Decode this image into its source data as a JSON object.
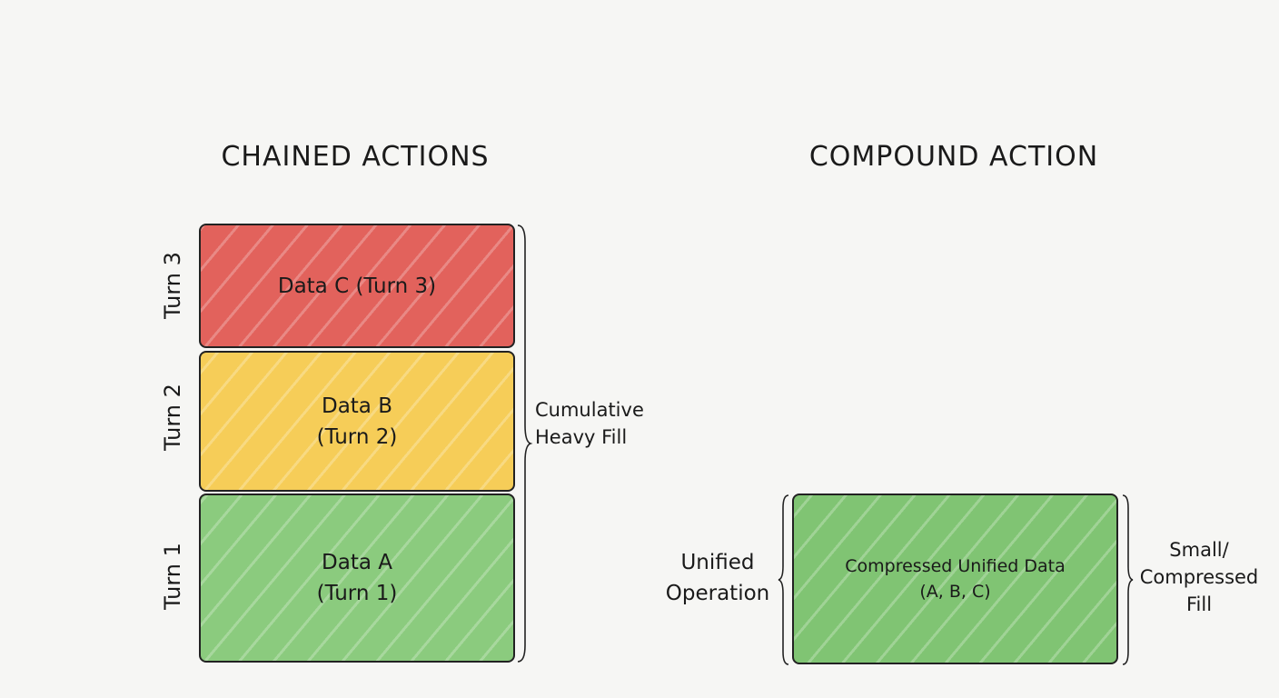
{
  "chained": {
    "title": "CHAINED ACTIONS",
    "blocks": [
      {
        "label": "Data C (Turn 3)",
        "turn": "Turn 3",
        "color": "#e2625c"
      },
      {
        "label": "Data B\n(Turn 2)",
        "turn": "Turn 2",
        "color": "#f6cd58"
      },
      {
        "label": "Data A\n(Turn 1)",
        "turn": "Turn 1",
        "color": "#8bcb7e"
      }
    ],
    "brace_label": "Cumulative\nHeavy Fill"
  },
  "compound": {
    "title": "COMPOUND ACTION",
    "block": {
      "label": "Compressed Unified Data\n(A, B, C)",
      "color": "#80c473"
    },
    "left_label": "Unified\nOperation",
    "right_label": "Small/\nCompressed\nFill"
  }
}
